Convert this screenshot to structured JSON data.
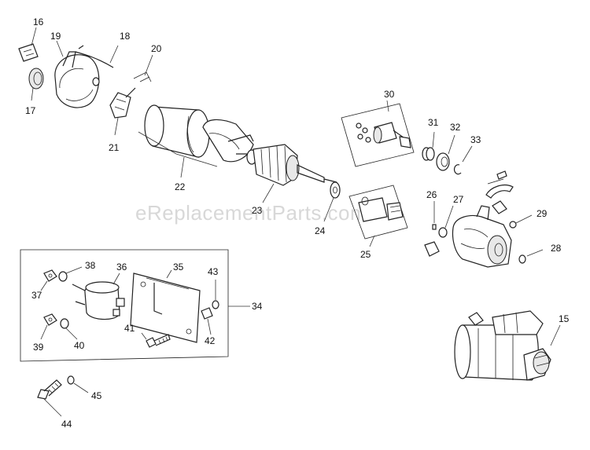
{
  "watermark": "eReplacementParts.com",
  "labels": {
    "p15": "15",
    "p16": "16",
    "p17": "17",
    "p18": "18",
    "p19": "19",
    "p20": "20",
    "p21": "21",
    "p22": "22",
    "p23": "23",
    "p24": "24",
    "p25": "25",
    "p26": "26",
    "p27": "27",
    "p28": "28",
    "p29": "29",
    "p30": "30",
    "p31": "31",
    "p32": "32",
    "p33": "33",
    "p34": "34",
    "p35": "35",
    "p36": "36",
    "p37": "37",
    "p38": "38",
    "p39": "39",
    "p40": "40",
    "p41": "41",
    "p42": "42",
    "p43": "43",
    "p44": "44",
    "p45": "45"
  }
}
